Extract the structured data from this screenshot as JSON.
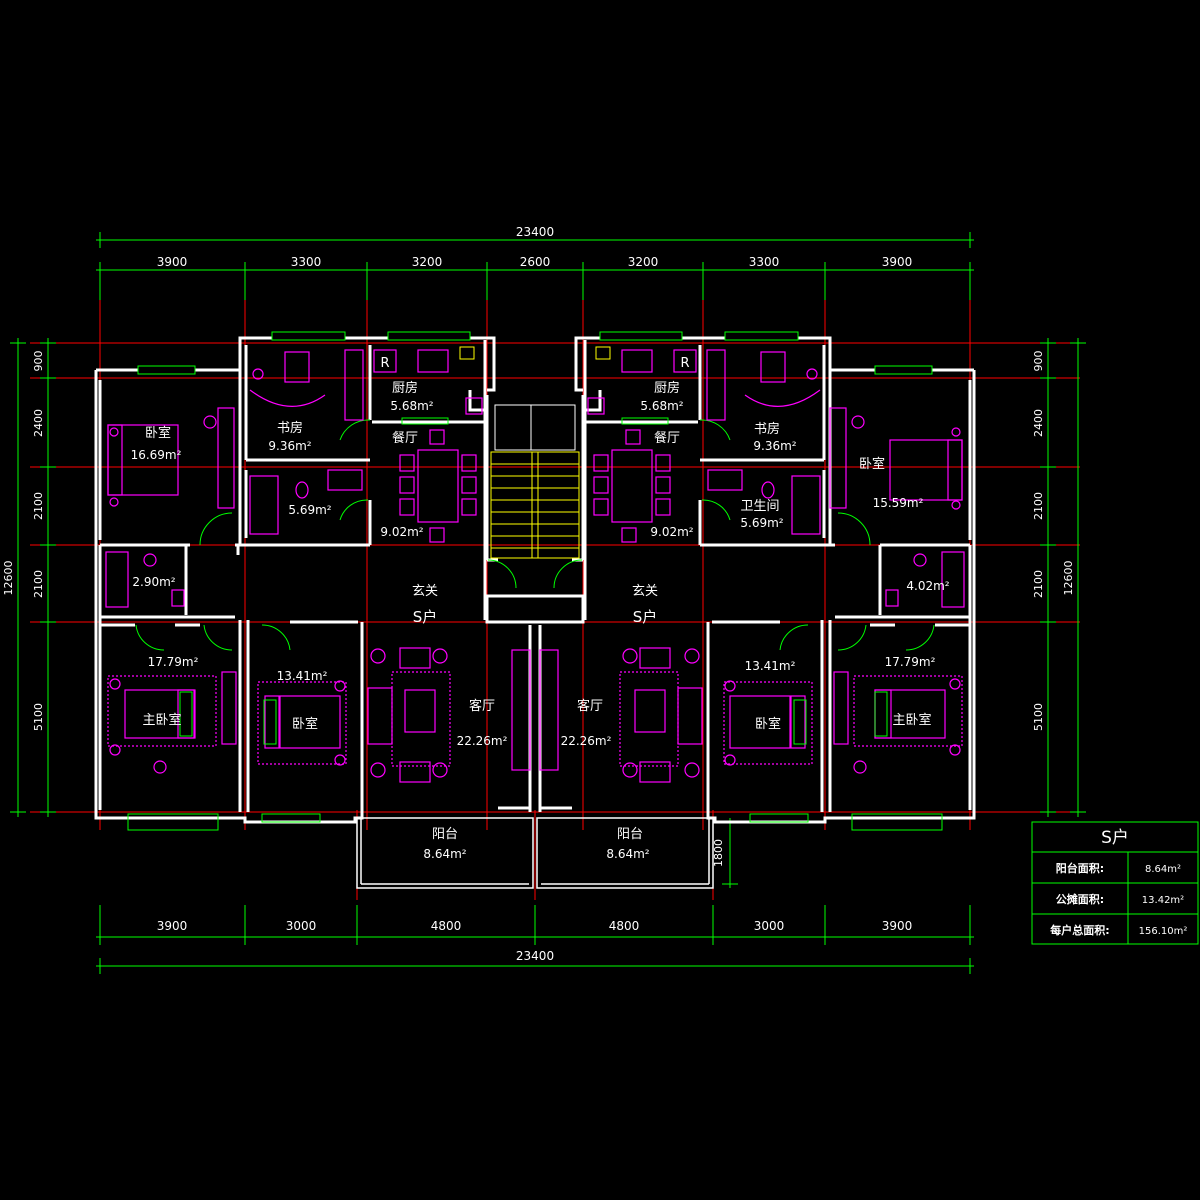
{
  "colors": {
    "background": "#000000",
    "wall": "#ffffff",
    "dimension": "#00ff00",
    "axis": "#ff0000",
    "furniture": "#ff00ff",
    "fixture": "#ffff00",
    "window": "#00ff00",
    "text": "#ffffff"
  },
  "dimensions": {
    "top_total": "23400",
    "top_segments": [
      "3900",
      "3300",
      "3200",
      "2600",
      "3200",
      "3300",
      "3900"
    ],
    "bottom_segments": [
      "3900",
      "3000",
      "4800",
      "4800",
      "3000",
      "3900"
    ],
    "bottom_total": "23400",
    "left_segments": [
      "900",
      "2400",
      "2100",
      "2100",
      "5100"
    ],
    "left_total": "12600",
    "right_segments": [
      "900",
      "2400",
      "2100",
      "2100",
      "5100"
    ],
    "right_total": "12600",
    "balcony_depth": "1800"
  },
  "rooms": {
    "l_bedroom_top": {
      "name": "卧室",
      "area": "16.69m²"
    },
    "l_study": {
      "name": "书房",
      "area": "9.36m²"
    },
    "l_kitchen": {
      "name": "厨房",
      "area": "5.68m²"
    },
    "l_dining": {
      "name": "餐厅",
      "area": "9.02m²"
    },
    "l_bath": {
      "area": "5.69m²"
    },
    "l_small_bath": {
      "area": "2.90m²"
    },
    "l_foyer": {
      "name": "玄关",
      "unit": "S户"
    },
    "l_master": {
      "name": "主卧室",
      "area": "17.79m²"
    },
    "l_bedroom_bottom": {
      "name": "卧室",
      "area": "13.41m²"
    },
    "l_living": {
      "name": "客厅",
      "area": "22.26m²"
    },
    "l_balcony": {
      "name": "阳台",
      "area": "8.64m²"
    },
    "r_bedroom_top": {
      "name": "卧室",
      "area": "15.59m²"
    },
    "r_study": {
      "name": "书房",
      "area": "9.36m²"
    },
    "r_kitchen": {
      "name": "厨房",
      "area": "5.68m²"
    },
    "r_dining": {
      "name": "餐厅",
      "area": "9.02m²"
    },
    "r_bath": {
      "name": "卫生间",
      "area": "5.69m²"
    },
    "r_small_bath": {
      "area": "4.02m²"
    },
    "r_foyer": {
      "name": "玄关",
      "unit": "S户"
    },
    "r_master": {
      "name": "主卧室",
      "area": "17.79m²"
    },
    "r_bedroom_bottom": {
      "name": "卧室",
      "area": "13.41m²"
    },
    "r_living": {
      "name": "客厅",
      "area": "22.26m²"
    },
    "r_balcony": {
      "name": "阳台",
      "area": "8.64m²"
    }
  },
  "fixture_marks": {
    "fridge": "R"
  },
  "summary_table": {
    "title": "S户",
    "rows": [
      {
        "label": "阳台面积:",
        "value": "8.64m²"
      },
      {
        "label": "公摊面积:",
        "value": "13.42m²"
      },
      {
        "label": "每户总面积:",
        "value": "156.10m²"
      }
    ]
  }
}
